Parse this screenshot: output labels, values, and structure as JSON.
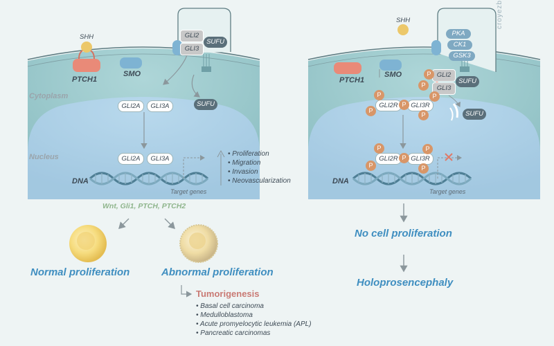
{
  "watermark": "croyezbio.com",
  "left": {
    "shh": "SHH",
    "ptch1": "PTCH1",
    "smo": "SMO",
    "gli2": "GLI2",
    "gli3": "GLI3",
    "sufu": "SUFU",
    "sufu2": "SUFU",
    "cytoplasm": "Cytoplasm",
    "nucleus": "Nucleus",
    "gli2a": "GLI2A",
    "gli3a": "GLI3A",
    "gli2a_n": "GLI2A",
    "gli3a_n": "GLI3A",
    "dna": "DNA",
    "target_genes": "Target genes",
    "effects": [
      "Proliferation",
      "Migration",
      "Invasion",
      "Neovascularization"
    ],
    "genes": "Wnt, Gli1, PTCH, PTCH2",
    "normal": "Normal proliferation",
    "abnormal": "Abnormal proliferation",
    "tumorigenesis": "Tumorigenesis",
    "cancers": [
      "Basal cell carcinoma",
      "Medulloblastoma",
      "Acute promyelocytic leukemia (APL)",
      "Pancreatic carcinomas"
    ]
  },
  "right": {
    "shh": "SHH",
    "ptch1": "PTCH1",
    "smo": "SMO",
    "pka": "PKA",
    "ck1": "CK1",
    "gsk3": "GSK3",
    "gli2": "GLI2",
    "gli3": "GLI3",
    "sufu": "SUFU",
    "sufu2": "SUFU",
    "gli2r": "GLI2R",
    "gli3r": "GLI3R",
    "gli2r_n": "GLI2R",
    "gli3r_n": "GLI3R",
    "p": "P",
    "dna": "DNA",
    "target_genes": "Target genes",
    "no_prolif": "No cell proliferation",
    "holo": "Holoprosencephaly"
  },
  "colors": {
    "cytoplasm": "#9cc9cd",
    "nucleus": "#a8cce6",
    "ptch1": "#e98a78",
    "smo": "#7eb3d3",
    "shh": "#ecc86a",
    "phospho": "#d89668",
    "accent_blue": "#3f8ec0",
    "tumor": "#c97a74"
  }
}
